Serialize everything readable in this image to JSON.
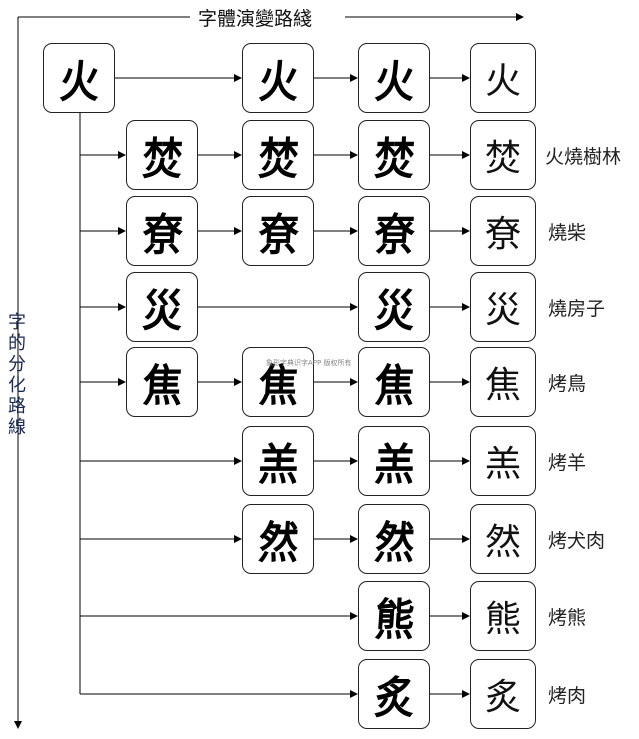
{
  "titles": {
    "evolution": "字體演變路綫",
    "differentiation": "字的分化路線"
  },
  "watermark": "象形字典识字APP 版权所有",
  "rows": [
    {
      "cells": [
        "火",
        null,
        "火",
        "火",
        "火"
      ],
      "label": ""
    },
    {
      "cells": [
        null,
        "焚",
        "焚",
        "焚",
        "焚"
      ],
      "label": "火燒樹林"
    },
    {
      "cells": [
        null,
        "尞",
        "尞",
        "尞",
        "尞"
      ],
      "label": "燒柴"
    },
    {
      "cells": [
        null,
        "災",
        null,
        "災",
        "災"
      ],
      "label": "燒房子"
    },
    {
      "cells": [
        null,
        "焦",
        "焦",
        "焦",
        "焦"
      ],
      "label": "烤鳥"
    },
    {
      "cells": [
        null,
        null,
        "羔",
        "羔",
        "羔"
      ],
      "label": "烤羊"
    },
    {
      "cells": [
        null,
        null,
        "然",
        "然",
        "然"
      ],
      "label": "烤犬肉"
    },
    {
      "cells": [
        null,
        null,
        null,
        "熊",
        "熊"
      ],
      "label": "烤熊"
    },
    {
      "cells": [
        null,
        null,
        null,
        "炙",
        "炙"
      ],
      "label": "烤肉"
    }
  ]
}
